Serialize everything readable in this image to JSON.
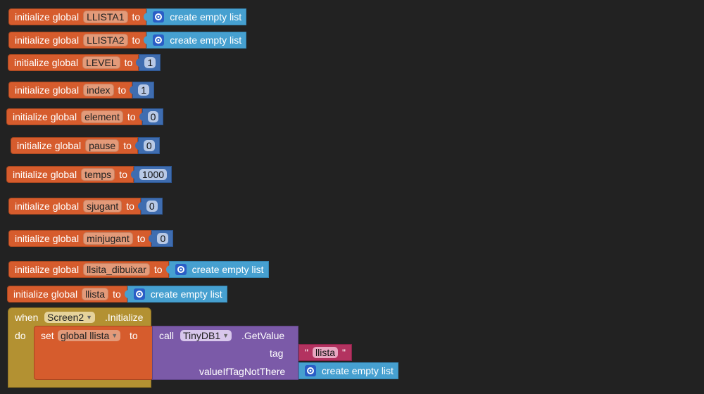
{
  "labels": {
    "initialize_global": "initialize global",
    "to": "to",
    "create_empty_list": "create empty list"
  },
  "variables": [
    {
      "name": "LLISTA1",
      "value_kind": "list"
    },
    {
      "name": "LLISTA2",
      "value_kind": "list"
    },
    {
      "name": "LEVEL",
      "value": "1"
    },
    {
      "name": "index",
      "value": "1"
    },
    {
      "name": "element",
      "value": "0"
    },
    {
      "name": "pause",
      "value": "0"
    },
    {
      "name": "temps",
      "value": "1000"
    },
    {
      "name": "sjugant",
      "value": "0"
    },
    {
      "name": "minjugant",
      "value": "0"
    },
    {
      "name": "llsita_dibuixar",
      "value_kind": "list"
    },
    {
      "name": "llista",
      "value_kind": "list"
    }
  ],
  "event": {
    "when": "when",
    "component": "Screen2",
    "event_name": ".Initialize",
    "do": "do",
    "set": "set",
    "set_target": "global llista",
    "to": "to",
    "call": "call",
    "call_component": "TinyDB1",
    "method": ".GetValue",
    "tag_label": "tag",
    "tag_quote_open": "\"",
    "tag_value": "llista",
    "tag_quote_close": "\"",
    "default_label": "valueIfTagNotThere",
    "default_value": "create empty list"
  },
  "colors": {
    "background": "#222222",
    "variables": "#d65c2d",
    "math": "#3f6db0",
    "lists": "#46a0d0",
    "control": "#b39132",
    "component": "#7b5aa8",
    "text": "#b33360"
  },
  "icons": {
    "list_gear": "gear-icon",
    "dropdown": "chevron-down-icon"
  }
}
